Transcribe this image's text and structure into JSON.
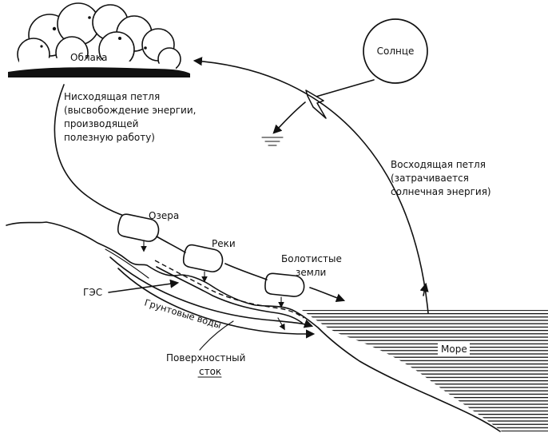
{
  "labels": {
    "clouds": "Облака",
    "sun": "Солнце",
    "descending_loop": [
      "Нисходящая петля",
      "(высвобождение энергии,",
      "производящей",
      "полезную работу)"
    ],
    "ascending_loop": [
      "Восходящая петля",
      "(затрачивается",
      "солнечная энергия)"
    ],
    "lakes": "Озера",
    "rivers": "Реки",
    "swamps": [
      "Болотистые",
      "земли"
    ],
    "hydro_plant": "ГЭС",
    "groundwater": "Грунтовые воды",
    "surface_runoff": [
      "Поверхностный",
      "сток"
    ],
    "sea": "Море"
  },
  "colors": {
    "ink": "#111111",
    "paper": "#ffffff"
  }
}
